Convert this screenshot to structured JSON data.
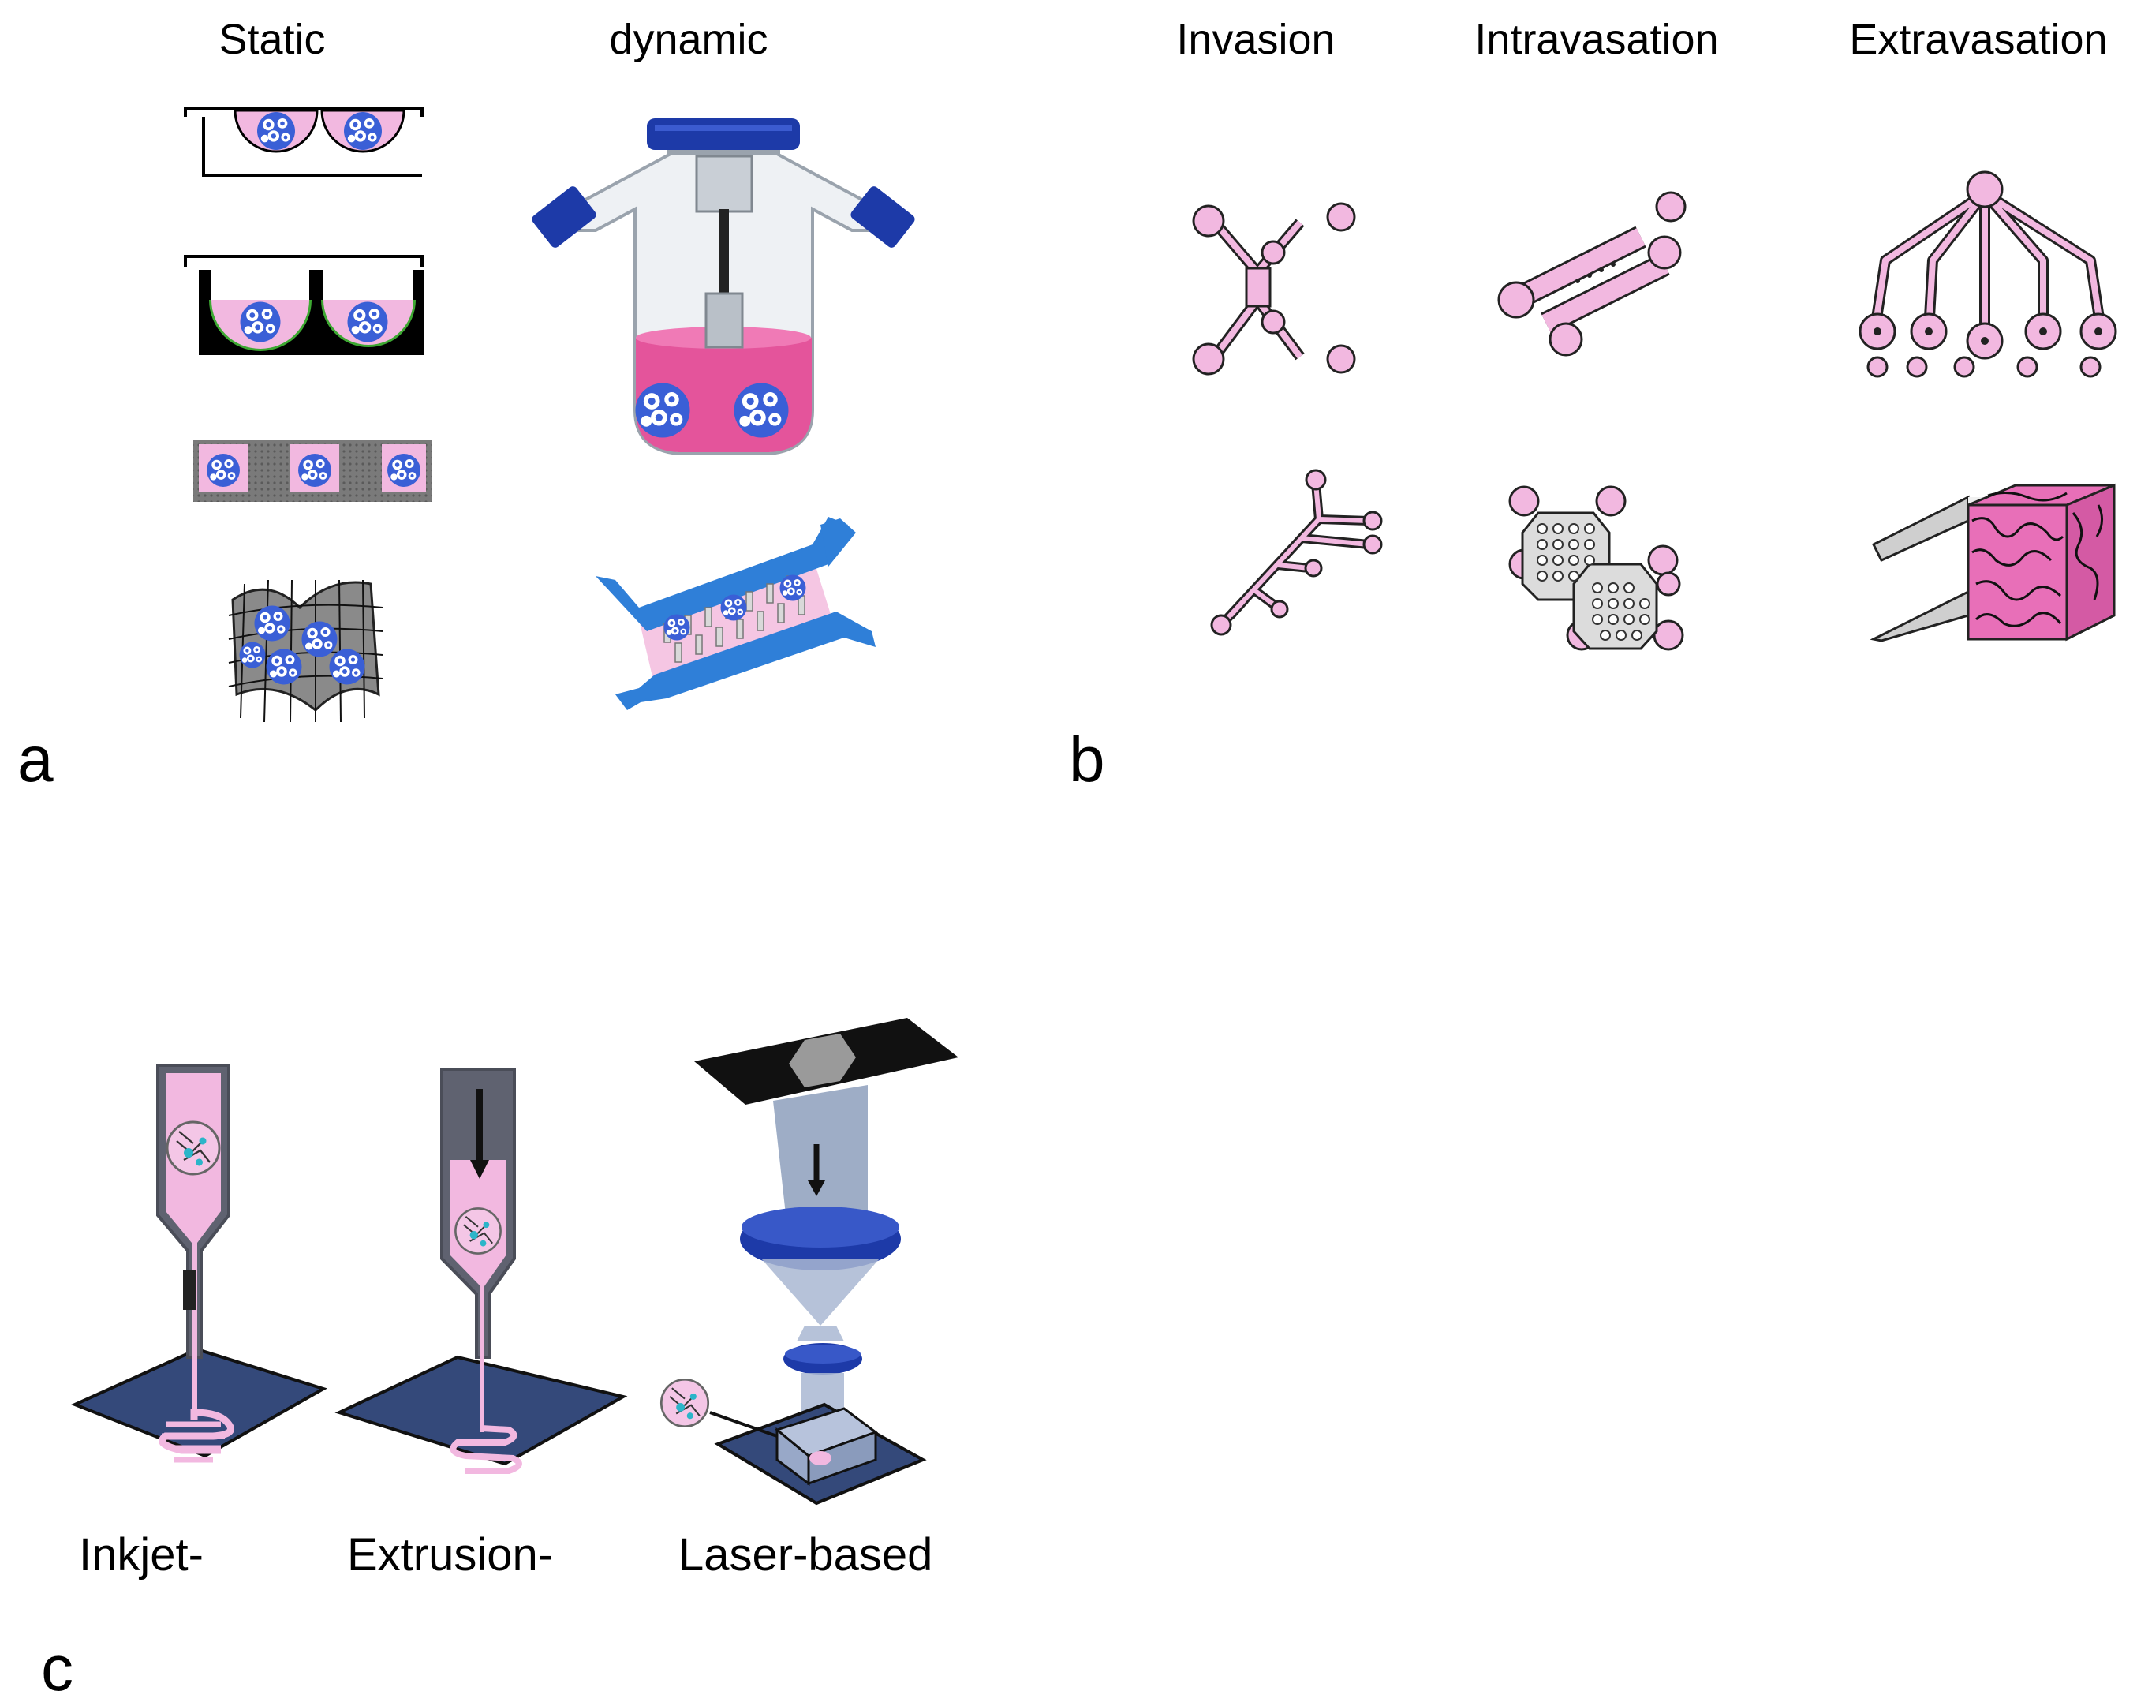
{
  "panel_a": {
    "letter": "a",
    "static_label": "Static",
    "dynamic_label": "dynamic"
  },
  "panel_b": {
    "letter": "b",
    "columns": [
      "Invasion",
      "Intravasation",
      "Extravasation"
    ]
  },
  "panel_c": {
    "letter": "c",
    "methods": [
      "Inkjet-",
      "Extrusion-",
      "Laser-based"
    ]
  },
  "colors": {
    "pink": "#f2b8e0",
    "magenta_fill": "#e0509a",
    "navy": "#1f3a93",
    "cap_blue": "#1d3aa8",
    "channel_blue": "#2f7fd8",
    "plate_blue": "#34497a",
    "cell_blue": "#3a5fd6",
    "gray": "#8d8d8d",
    "dark": "#1a1a1a"
  },
  "icons": {
    "hanging_drop": "hanging-drop-plate-icon",
    "ultra_low_attachment": "round-bottom-well-plate-icon",
    "micropattern": "microwell-array-icon",
    "scaffold": "scaffold-mesh-icon",
    "spinner_flask": "spinner-flask-icon",
    "microfluidic_perfusion": "microfluidic-perfusion-chip-icon",
    "inkjet": "inkjet-nozzle-icon",
    "extrusion": "extrusion-syringe-icon",
    "laser": "laser-projection-icon"
  }
}
